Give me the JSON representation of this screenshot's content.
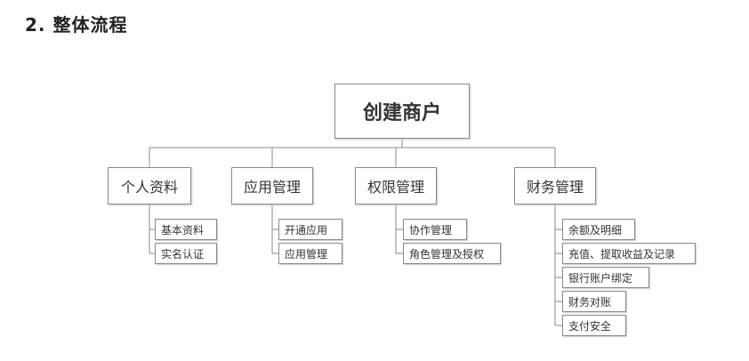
{
  "section": {
    "heading": "2. 整体流程"
  },
  "diagram": {
    "root": "创建商户",
    "categories": [
      {
        "label": "个人资料",
        "items": [
          "基本资料",
          "实名认证"
        ]
      },
      {
        "label": "应用管理",
        "items": [
          "开通应用",
          "应用管理"
        ]
      },
      {
        "label": "权限管理",
        "items": [
          "协作管理",
          "角色管理及授权"
        ]
      },
      {
        "label": "财务管理",
        "items": [
          "余额及明细",
          "充值、提取收益及记录",
          "银行账户绑定",
          "财务对账",
          "支付安全"
        ]
      }
    ],
    "colors": {
      "line": "#8a8a8a",
      "border": "#8a8a8a",
      "text": "#333333"
    }
  }
}
